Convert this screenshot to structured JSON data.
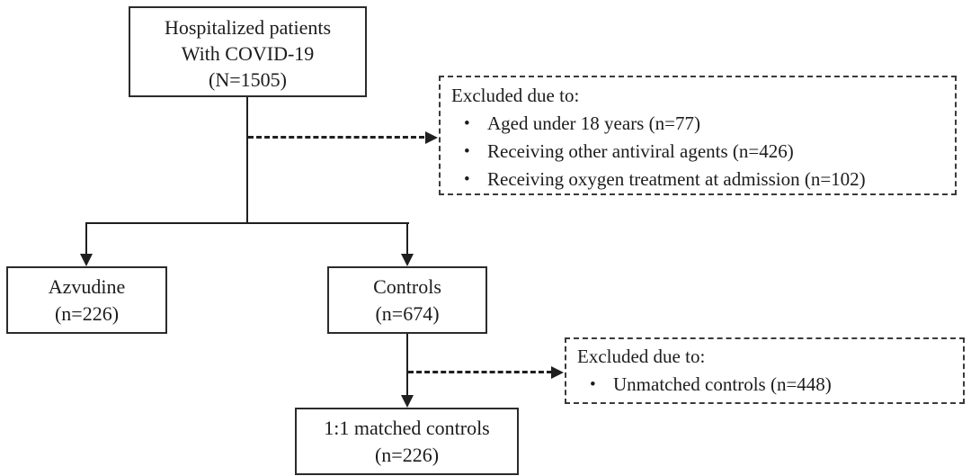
{
  "page": {
    "background_color": "#ffffff",
    "line_color": "#1f1f1f",
    "border_color": "#2b2b2b",
    "text_color": "#1c1c1c"
  },
  "icons": {
    "bullet": "•"
  },
  "nodes": {
    "hospitalized": {
      "line1": "Hospitalized patients",
      "line2": "With COVID-19",
      "line3": "(N=1505)"
    },
    "excluded_top": {
      "title": "Excluded due to:",
      "bullets": [
        "Aged under 18 years (n=77)",
        "Receiving other antiviral agents (n=426)",
        "Receiving oxygen treatment at admission (n=102)"
      ]
    },
    "azvudine": {
      "line1": "Azvudine",
      "line2": "(n=226)"
    },
    "controls": {
      "line1": "Controls",
      "line2": "(n=674)"
    },
    "excluded_bottom": {
      "title": "Excluded due to:",
      "bullets": [
        "Unmatched controls (n=448)"
      ]
    },
    "matched_controls": {
      "line1": "1:1 matched controls",
      "line2": "(n=226)"
    }
  }
}
